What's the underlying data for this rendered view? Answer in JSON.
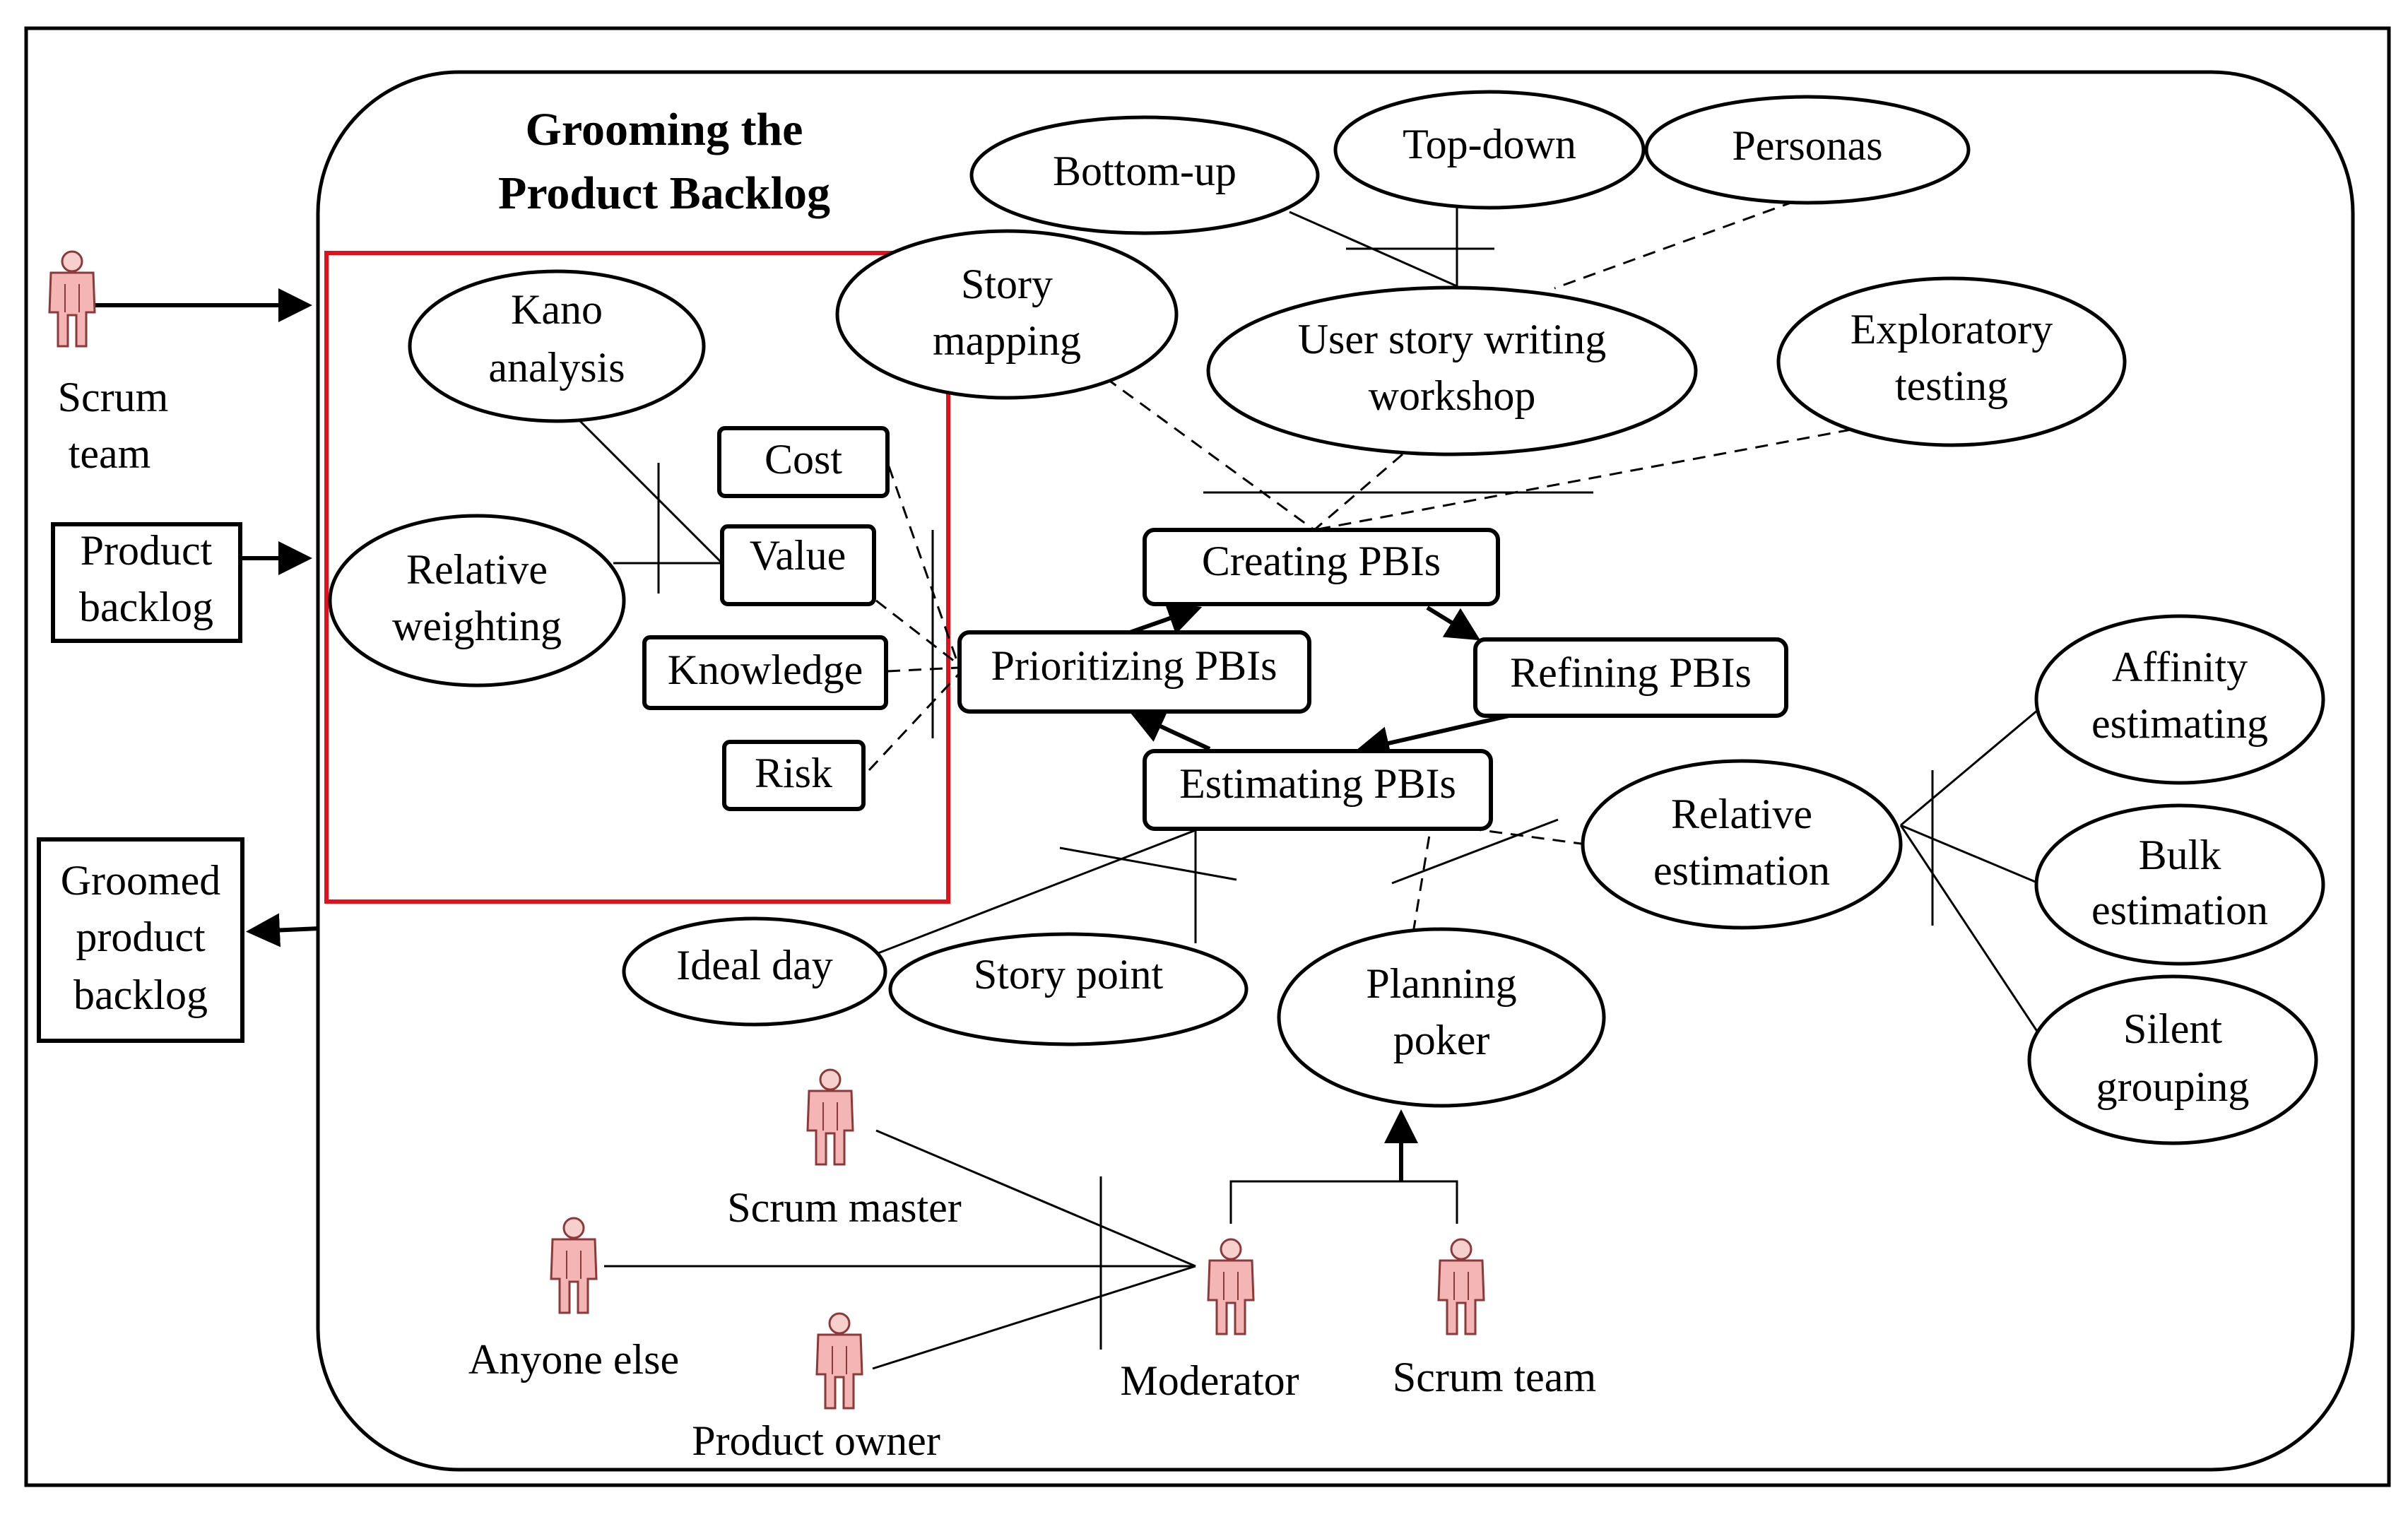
{
  "title": {
    "line1": "Grooming the",
    "line2": "Product Backlog"
  },
  "inputs": {
    "scrum_team": {
      "line1": "Scrum",
      "line2": "team"
    },
    "product_backlog": {
      "line1": "Product",
      "line2": "backlog"
    }
  },
  "outputs": {
    "groomed_backlog": {
      "line1": "Groomed",
      "line2": "product",
      "line3": "backlog"
    }
  },
  "prioritization": {
    "kano": {
      "line1": "Kano",
      "line2": "analysis"
    },
    "relative_weighting": {
      "line1": "Relative",
      "line2": "weighting"
    },
    "factors": {
      "cost": "Cost",
      "value": "Value",
      "knowledge": "Knowledge",
      "risk": "Risk"
    }
  },
  "creation": {
    "bottom_up": "Bottom-up",
    "top_down": "Top-down",
    "personas": "Personas",
    "story_mapping": {
      "line1": "Story",
      "line2": "mapping"
    },
    "user_story_workshop": {
      "line1": "User story writing",
      "line2": "workshop"
    },
    "exploratory_testing": {
      "line1": "Exploratory",
      "line2": "testing"
    }
  },
  "activities": {
    "creating": "Creating PBIs",
    "refining": "Refining PBIs",
    "estimating": "Estimating PBIs",
    "prioritizing": "Prioritizing PBIs"
  },
  "estimation": {
    "ideal_day": "Ideal day",
    "story_point": "Story point",
    "planning_poker": {
      "line1": "Planning",
      "line2": "poker"
    },
    "relative_estimation": {
      "line1": "Relative",
      "line2": "estimation"
    },
    "affinity": {
      "line1": "Affinity",
      "line2": "estimating"
    },
    "bulk": {
      "line1": "Bulk",
      "line2": "estimation"
    },
    "silent": {
      "line1": "Silent",
      "line2": "grouping"
    }
  },
  "actors": {
    "scrum_master": "Scrum master",
    "anyone_else": "Anyone else",
    "product_owner": "Product owner",
    "moderator": "Moderator",
    "scrum_team": "Scrum team"
  },
  "colors": {
    "highlight": "#e0111b",
    "actor_fill": "#f4b6b4",
    "actor_stroke": "#8a3a3a"
  }
}
